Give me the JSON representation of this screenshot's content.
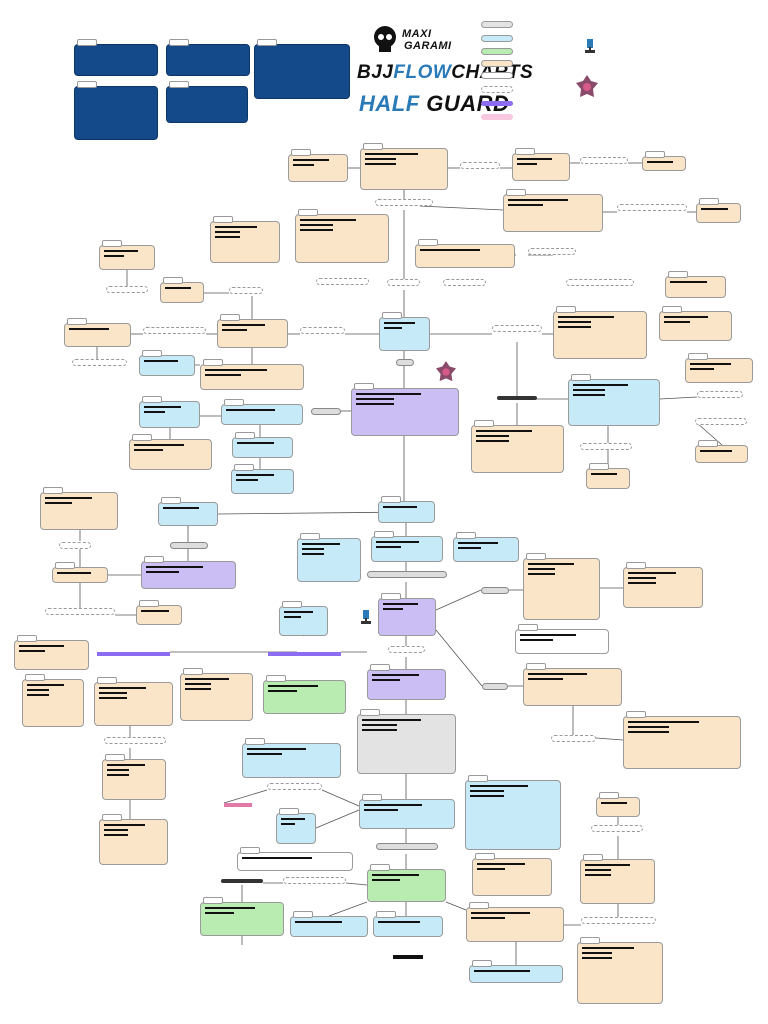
{
  "brand": {
    "maxi": "MAXI",
    "garami": "GARAMI",
    "title_part1": "BJJ",
    "title_part2": "FLOW",
    "title_part3": "CHARTS",
    "subtitle_part1": "HALF",
    "subtitle_part2": "GUARD"
  },
  "colors": {
    "navy": "#154a8a",
    "orange": "#fbe5c8",
    "blue": "#c6eaf7",
    "green": "#b8ecb0",
    "purple": "#cbbef5",
    "gray": "#e3e3e3",
    "pink": "#f7c8dc",
    "legend_purple": "#8c6cf0",
    "legend_pink": "#f7c8e0",
    "accent_blue": "#2a7ab8"
  },
  "icons": {
    "skull_logo": "skull-icon",
    "trophy": "trophy-icon",
    "badge": "badge-icon"
  }
}
